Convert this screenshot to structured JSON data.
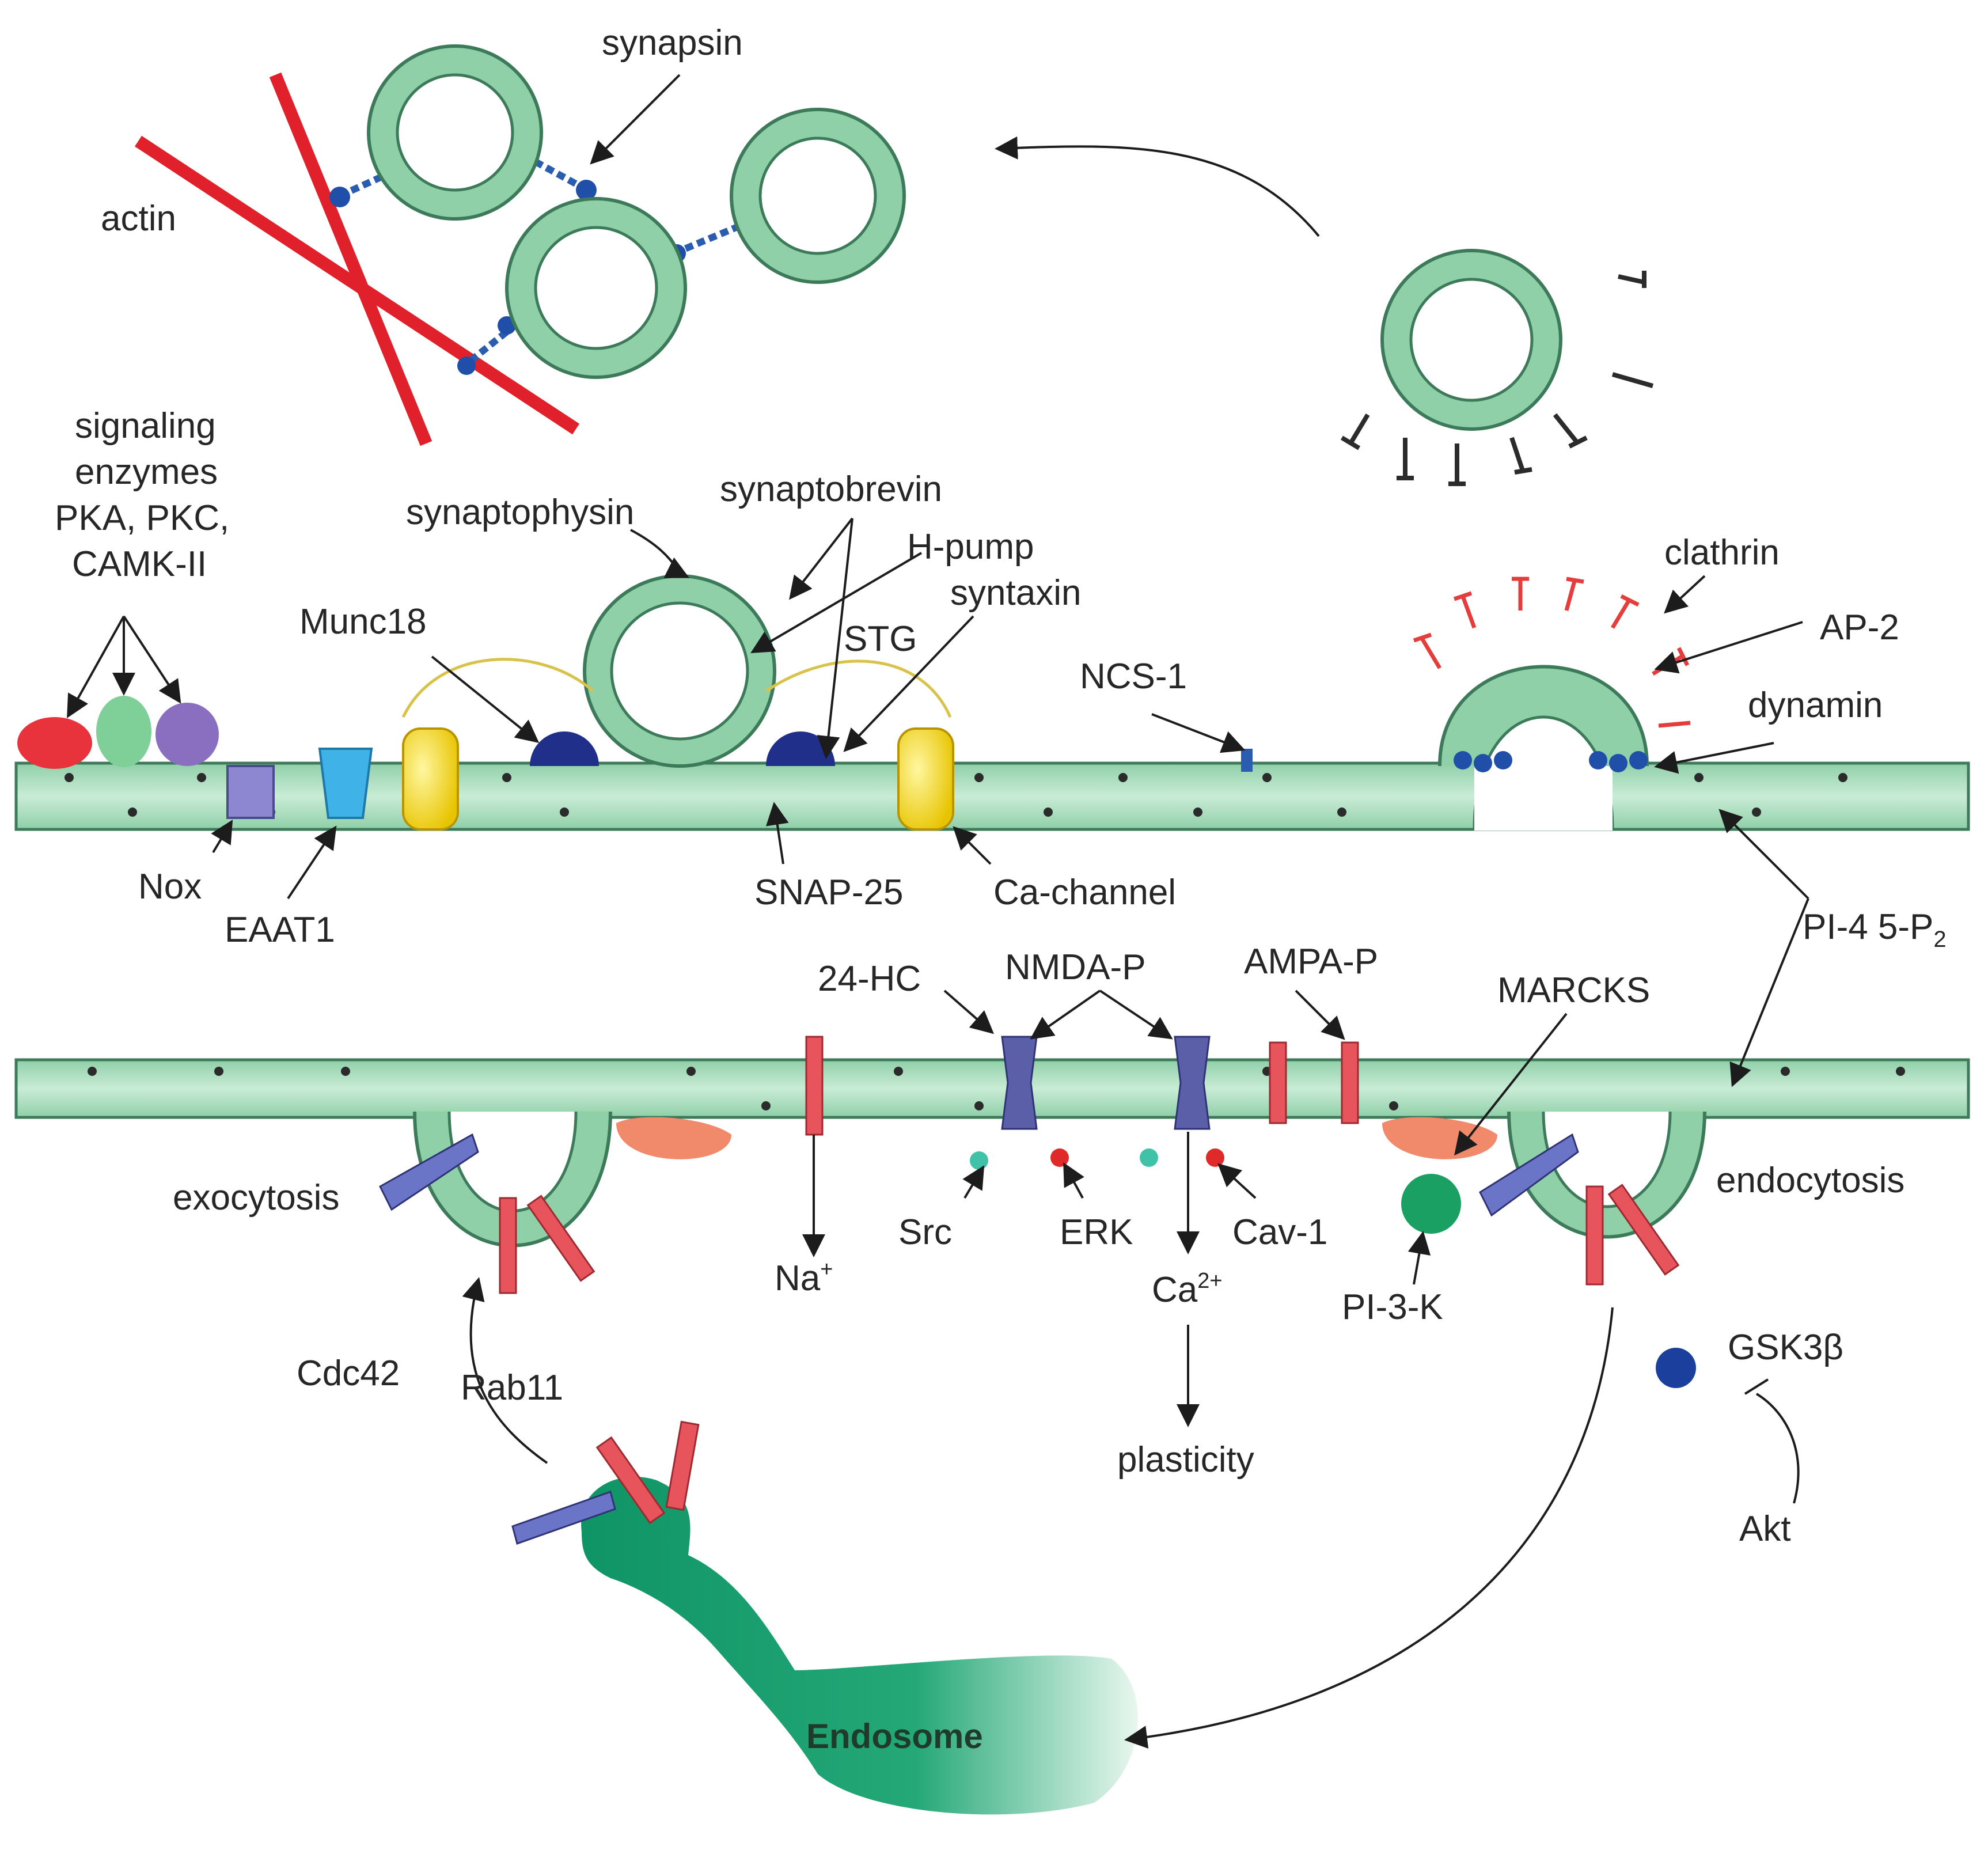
{
  "labels": {
    "synapsin": "synapsin",
    "actin": "actin",
    "signaling_1": "signaling",
    "signaling_2": "enzymes",
    "signaling_3": "PKA, PKC,",
    "signaling_4": "CAMK-II",
    "synaptophysin": "synaptophysin",
    "synaptobrevin": "synaptobrevin",
    "hpump": "H-pump",
    "syntaxin": "syntaxin",
    "stg": "STG",
    "munc18": "Munc18",
    "ncs1": "NCS-1",
    "clathrin": "clathrin",
    "ap2": "AP-2",
    "dynamin": "dynamin",
    "nox": "Nox",
    "eaat1": "EAAT1",
    "snap25": "SNAP-25",
    "ca_channel": "Ca-channel",
    "pip2": "PI-4 5-P",
    "pip2_sub": "2",
    "hc24": "24-HC",
    "nmdap": "NMDA-P",
    "ampap": "AMPA-P",
    "marcks": "MARCKS",
    "exocytosis": "exocytosis",
    "endocytosis": "endocytosis",
    "src": "Src",
    "erk": "ERK",
    "cav1": "Cav-1",
    "na": "Na",
    "na_sup": "+",
    "ca": "Ca",
    "ca_sup": "2+",
    "pi3k": "PI-3-K",
    "gsk3b": "GSK3β",
    "cdc42": "Cdc42",
    "rab11": "Rab11",
    "plasticity": "plasticity",
    "akt": "Akt",
    "endosome": "Endosome"
  },
  "colors": {
    "membrane": "#a9dcbd",
    "vesicle": "#9fd8b6",
    "actin": "#e0202a",
    "receptor_red": "#e8545c",
    "receptor_blue": "#5a5fa8",
    "endosome": "#0f9e6c",
    "dot": "#2b2b2b"
  }
}
